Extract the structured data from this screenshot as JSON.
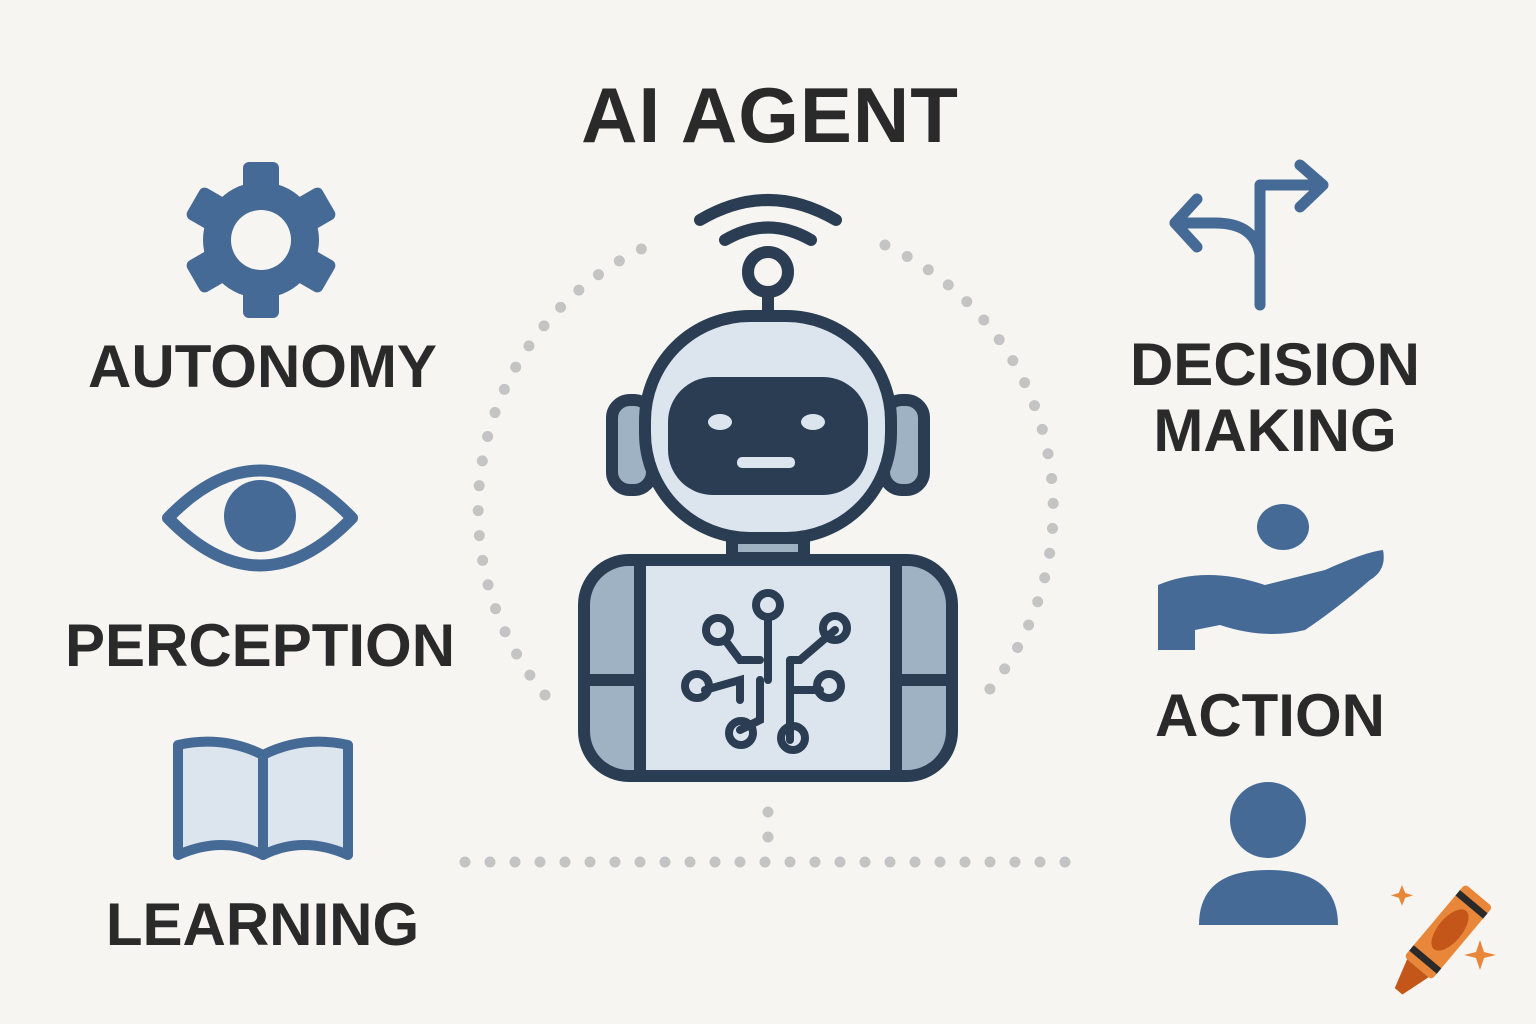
{
  "title": "AI AGENT",
  "left_features": [
    {
      "label": "AUTONOMY",
      "icon": "gear-icon"
    },
    {
      "label": "PERCEPTION",
      "icon": "eye-icon"
    },
    {
      "label": "LEARNING",
      "icon": "book-icon"
    }
  ],
  "right_features": [
    {
      "label_line1": "DECISION",
      "label_line2": "MAKING",
      "icon": "split-arrows-icon"
    },
    {
      "label": "ACTION",
      "icon": "hand-icon"
    },
    {
      "label": "",
      "icon": "user-icon"
    }
  ],
  "center": {
    "icon": "robot-icon"
  },
  "watermark": {
    "icon": "crayon-icon"
  },
  "colors": {
    "accent": "#466a96",
    "dark": "#2a3d52",
    "light": "#dce4ee",
    "mid": "#9fb2c4",
    "dots": "#c4c4c4",
    "text": "#2a2a2a",
    "crayon": "#e8873a"
  }
}
